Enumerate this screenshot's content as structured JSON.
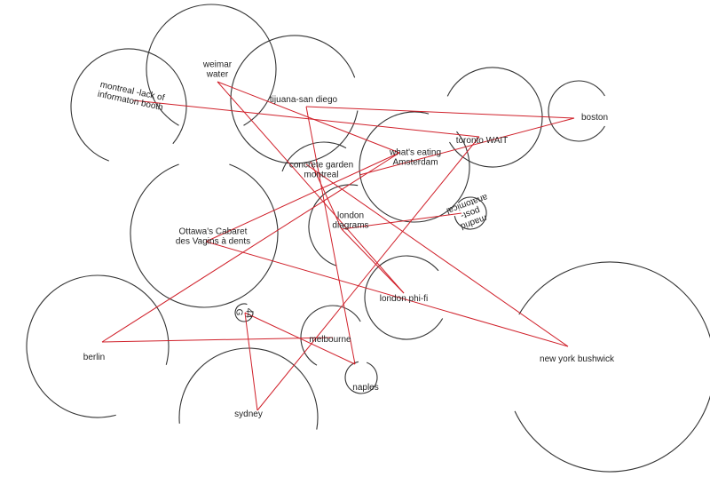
{
  "colors": {
    "circle": "#333333",
    "link": "#d0202a",
    "background": "#ffffff"
  },
  "nodes": [
    {
      "id": "montreal",
      "lines": [
        "montreal -lack of",
        "informaton booth"
      ]
    },
    {
      "id": "weimar",
      "lines": [
        "weimar",
        "water"
      ]
    },
    {
      "id": "tijuana",
      "lines": [
        "tijuana-san diego"
      ]
    },
    {
      "id": "concrete",
      "lines": [
        "concrete garden",
        "montreal"
      ]
    },
    {
      "id": "toronto",
      "lines": [
        "toronto WAIT"
      ]
    },
    {
      "id": "boston",
      "lines": [
        "boston"
      ]
    },
    {
      "id": "amsterdam",
      "lines": [
        "what's eating",
        "Amsterdam"
      ]
    },
    {
      "id": "madrid",
      "lines": [
        "madrid",
        "post-",
        "anatomical"
      ]
    },
    {
      "id": "diagrams",
      "lines": [
        "london",
        "diagrams"
      ]
    },
    {
      "id": "ottawa",
      "lines": [
        "Ottawa's Cabaret",
        "des Vagins à dents"
      ]
    },
    {
      "id": "phifi",
      "lines": [
        "london phi-fi"
      ]
    },
    {
      "id": "g44",
      "lines": [
        "44",
        "G"
      ]
    },
    {
      "id": "melbourne",
      "lines": [
        "melbourne"
      ]
    },
    {
      "id": "berlin",
      "lines": [
        "berlin"
      ]
    },
    {
      "id": "naples",
      "lines": [
        "naples"
      ]
    },
    {
      "id": "sydney",
      "lines": [
        "sydney"
      ]
    },
    {
      "id": "newyork",
      "lines": [
        "new york bushwick"
      ]
    }
  ],
  "links": [
    [
      "montreal",
      "toronto"
    ],
    [
      "tijuana",
      "boston"
    ],
    [
      "concrete",
      "boston"
    ],
    [
      "weimar",
      "amsterdam"
    ],
    [
      "weimar",
      "phifi"
    ],
    [
      "tijuana",
      "naples"
    ],
    [
      "ottawa",
      "amsterdam"
    ],
    [
      "berlin",
      "amsterdam"
    ],
    [
      "berlin",
      "melbourne"
    ],
    [
      "ottawa",
      "newyork"
    ],
    [
      "concrete",
      "newyork"
    ],
    [
      "diagrams",
      "madrid"
    ],
    [
      "diagrams",
      "phifi"
    ],
    [
      "g44",
      "naples"
    ],
    [
      "g44",
      "sydney"
    ],
    [
      "sydney",
      "toronto"
    ],
    [
      "concrete",
      "diagrams"
    ]
  ]
}
